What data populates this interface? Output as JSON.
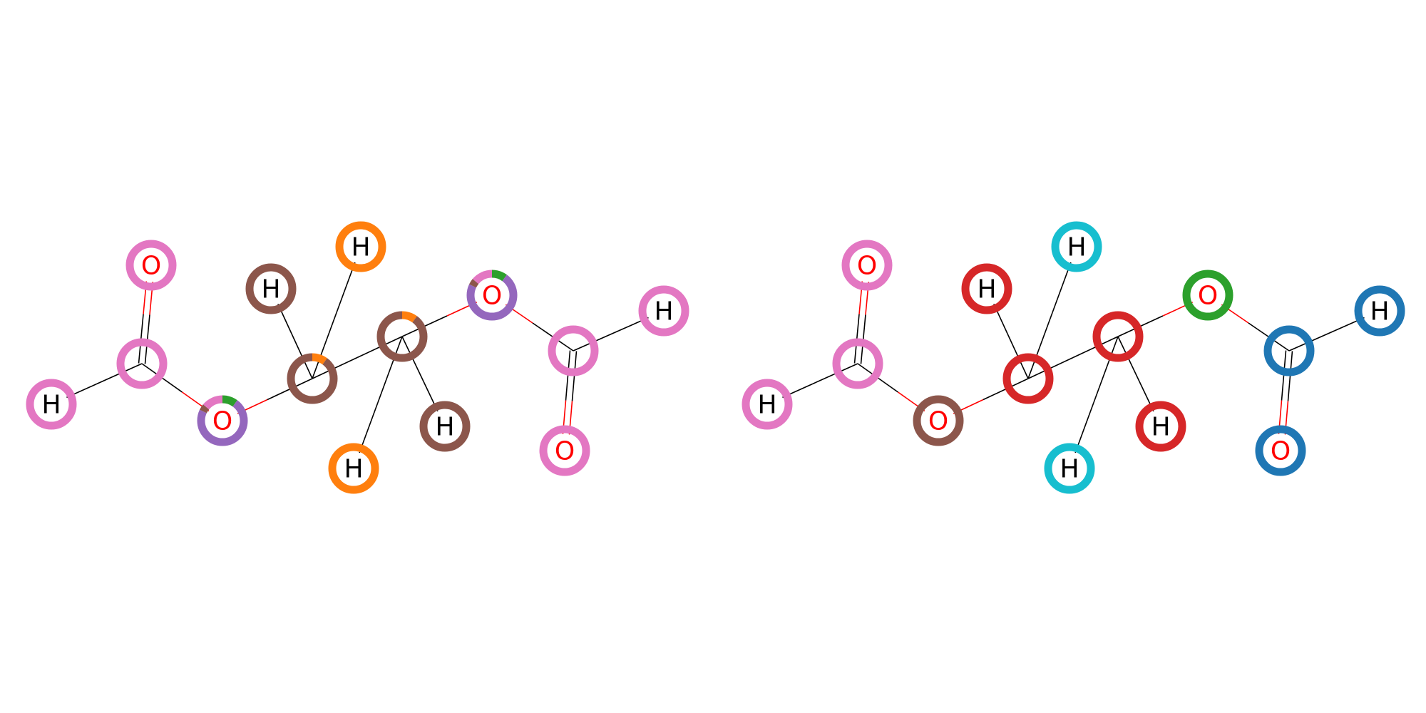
{
  "colors": {
    "pink": "#e377c2",
    "brown": "#8c564b",
    "orange": "#ff7f0e",
    "purple": "#9467bd",
    "green": "#2ca02c",
    "red": "#d62728",
    "cyan": "#17becf",
    "blue": "#1f77b4",
    "bond_black": "#000000",
    "bond_red": "#ff0000",
    "label_O": "#ff0000",
    "label_H": "#000000"
  },
  "panels": [
    {
      "name": "left-molecule",
      "atoms": [
        {
          "id": "H1",
          "element": "H",
          "segments": [
            {
              "color": "pink",
              "frac": 1
            }
          ]
        },
        {
          "id": "C1",
          "element": "",
          "segments": [
            {
              "color": "pink",
              "frac": 1
            }
          ]
        },
        {
          "id": "O1",
          "element": "O",
          "segments": [
            {
              "color": "pink",
              "frac": 1
            }
          ]
        },
        {
          "id": "O2",
          "element": "O",
          "segments": [
            {
              "color": "green",
              "frac": 0.1
            },
            {
              "color": "purple",
              "frac": 0.72
            },
            {
              "color": "brown",
              "frac": 0.04
            },
            {
              "color": "pink",
              "frac": 0.14
            }
          ]
        },
        {
          "id": "C2",
          "element": "",
          "segments": [
            {
              "color": "orange",
              "frac": 0.1
            },
            {
              "color": "brown",
              "frac": 0.9
            }
          ]
        },
        {
          "id": "H2",
          "element": "H",
          "segments": [
            {
              "color": "brown",
              "frac": 1
            }
          ]
        },
        {
          "id": "H3",
          "element": "H",
          "segments": [
            {
              "color": "orange",
              "frac": 1
            }
          ]
        },
        {
          "id": "C3",
          "element": "",
          "segments": [
            {
              "color": "orange",
              "frac": 0.1
            },
            {
              "color": "brown",
              "frac": 0.9
            }
          ]
        },
        {
          "id": "H4",
          "element": "H",
          "segments": [
            {
              "color": "orange",
              "frac": 1
            }
          ]
        },
        {
          "id": "H5",
          "element": "H",
          "segments": [
            {
              "color": "brown",
              "frac": 1
            }
          ]
        },
        {
          "id": "O3",
          "element": "O",
          "segments": [
            {
              "color": "green",
              "frac": 0.1
            },
            {
              "color": "purple",
              "frac": 0.72
            },
            {
              "color": "brown",
              "frac": 0.04
            },
            {
              "color": "pink",
              "frac": 0.14
            }
          ]
        },
        {
          "id": "C4",
          "element": "",
          "segments": [
            {
              "color": "pink",
              "frac": 1
            }
          ]
        },
        {
          "id": "H6",
          "element": "H",
          "segments": [
            {
              "color": "pink",
              "frac": 1
            }
          ]
        },
        {
          "id": "O4",
          "element": "O",
          "segments": [
            {
              "color": "pink",
              "frac": 1
            }
          ]
        }
      ]
    },
    {
      "name": "right-molecule",
      "atoms": [
        {
          "id": "H1",
          "element": "H",
          "segments": [
            {
              "color": "pink",
              "frac": 1
            }
          ]
        },
        {
          "id": "C1",
          "element": "",
          "segments": [
            {
              "color": "pink",
              "frac": 1
            }
          ]
        },
        {
          "id": "O1",
          "element": "O",
          "segments": [
            {
              "color": "pink",
              "frac": 1
            }
          ]
        },
        {
          "id": "O2",
          "element": "O",
          "segments": [
            {
              "color": "brown",
              "frac": 1
            }
          ]
        },
        {
          "id": "C2",
          "element": "",
          "segments": [
            {
              "color": "red",
              "frac": 1
            }
          ]
        },
        {
          "id": "H2",
          "element": "H",
          "segments": [
            {
              "color": "red",
              "frac": 1
            }
          ]
        },
        {
          "id": "H3",
          "element": "H",
          "segments": [
            {
              "color": "cyan",
              "frac": 1
            }
          ]
        },
        {
          "id": "C3",
          "element": "",
          "segments": [
            {
              "color": "red",
              "frac": 1
            }
          ]
        },
        {
          "id": "H4",
          "element": "H",
          "segments": [
            {
              "color": "cyan",
              "frac": 1
            }
          ]
        },
        {
          "id": "H5",
          "element": "H",
          "segments": [
            {
              "color": "red",
              "frac": 1
            }
          ]
        },
        {
          "id": "O3",
          "element": "O",
          "segments": [
            {
              "color": "green",
              "frac": 1
            }
          ]
        },
        {
          "id": "C4",
          "element": "",
          "segments": [
            {
              "color": "blue",
              "frac": 1
            }
          ]
        },
        {
          "id": "H6",
          "element": "H",
          "segments": [
            {
              "color": "blue",
              "frac": 1
            }
          ]
        },
        {
          "id": "O4",
          "element": "O",
          "segments": [
            {
              "color": "blue",
              "frac": 1
            }
          ]
        }
      ]
    }
  ],
  "bonds": [
    {
      "a": "H1",
      "b": "C1",
      "order": 1
    },
    {
      "a": "C1",
      "b": "O1",
      "order": 2
    },
    {
      "a": "C1",
      "b": "O2",
      "order": 1
    },
    {
      "a": "O2",
      "b": "C2",
      "order": 1
    },
    {
      "a": "C2",
      "b": "H2",
      "order": 1
    },
    {
      "a": "C2",
      "b": "H3",
      "order": 1
    },
    {
      "a": "C2",
      "b": "C3",
      "order": 1
    },
    {
      "a": "C3",
      "b": "H4",
      "order": 1
    },
    {
      "a": "C3",
      "b": "H5",
      "order": 1
    },
    {
      "a": "C3",
      "b": "O3",
      "order": 1
    },
    {
      "a": "O3",
      "b": "C4",
      "order": 1
    },
    {
      "a": "C4",
      "b": "H6",
      "order": 1
    },
    {
      "a": "C4",
      "b": "O4",
      "order": 2
    }
  ]
}
